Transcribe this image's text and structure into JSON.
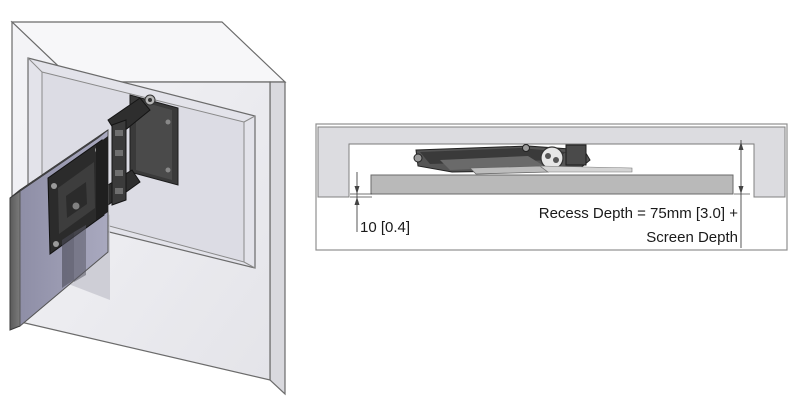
{
  "diagram": {
    "annotations": {
      "offset": "10 [0.4]",
      "recess_line1": "Recess Depth = 75mm [3.0] +",
      "recess_line2": "Screen Depth"
    }
  }
}
